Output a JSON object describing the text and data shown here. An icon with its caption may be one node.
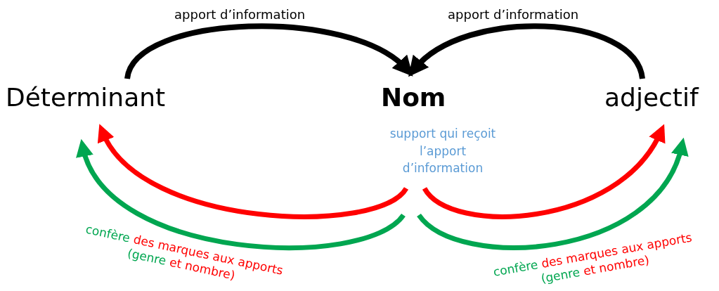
{
  "diagram": {
    "nodes": [
      {
        "text": [
          "Déterminant"
        ]
      },
      {
        "text": [
          "Nom"
        ],
        "beside": [
          "support qui reçoit l’apport d’information"
        ]
      },
      {
        "text": [
          "adjectif"
        ]
      }
    ],
    "edges": [
      {
        "from": 0,
        "to": 1,
        "arrow": "to",
        "label": "apport d’information"
      },
      {
        "from": 2,
        "to": 1,
        "arrow": "to",
        "label": "apport d’information"
      },
      {
        "from": 1,
        "to": 0,
        "arrow": "to",
        "color": "#ff0000"
      },
      {
        "from": 1,
        "to": 0,
        "arrow": "to",
        "color": "#00a650",
        "label": "confère des marques aux apports (genre et nombre)"
      },
      {
        "from": 1,
        "to": 2,
        "arrow": "to",
        "color": "#ff0000"
      },
      {
        "from": 1,
        "to": 2,
        "arrow": "to",
        "color": "#00a650",
        "label": "confère des marques aux apports (genre et nombre)"
      }
    ]
  }
}
